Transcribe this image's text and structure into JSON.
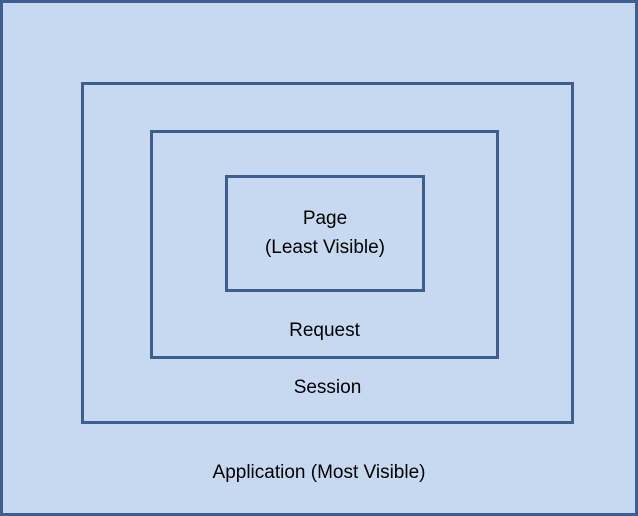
{
  "diagram": {
    "application": {
      "label": "Application (Most Visible)"
    },
    "session": {
      "label": "Session"
    },
    "request": {
      "label": "Request"
    },
    "page": {
      "label_line1": "Page",
      "label_line2": "(Least Visible)"
    }
  },
  "colors": {
    "fill": "#c6d9f1",
    "border": "#3c5f8f",
    "text": "#000000"
  }
}
